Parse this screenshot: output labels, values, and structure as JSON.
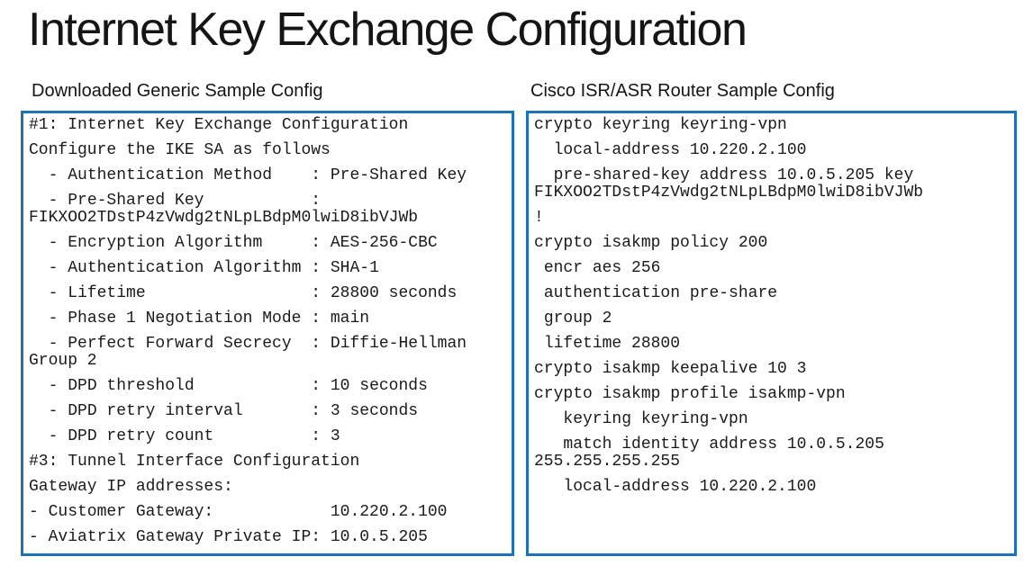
{
  "slide": {
    "title": "Internet Key Exchange Configuration",
    "accent_color": "#1F72B8",
    "background_color": "#FFFFFF",
    "text_color": "#151515"
  },
  "left_panel": {
    "header": "Downloaded Generic Sample Config",
    "lines": [
      "#1: Internet Key Exchange Configuration",
      "Configure the IKE SA as follows",
      "  - Authentication Method    : Pre-Shared Key",
      "  - Pre-Shared Key           : FIKXOO2TDstP4zVwdg2tNLpLBdpM0lwiD8ibVJWb",
      "  - Encryption Algorithm     : AES-256-CBC",
      "  - Authentication Algorithm : SHA-1",
      "  - Lifetime                 : 28800 seconds",
      "  - Phase 1 Negotiation Mode : main",
      "  - Perfect Forward Secrecy  : Diffie-Hellman Group 2",
      "  - DPD threshold            : 10 seconds",
      "  - DPD retry interval       : 3 seconds",
      "  - DPD retry count          : 3",
      "#3: Tunnel Interface Configuration",
      "Gateway IP addresses:",
      "- Customer Gateway:            10.220.2.100",
      "- Aviatrix Gateway Private IP: 10.0.5.205"
    ]
  },
  "right_panel": {
    "header": "Cisco ISR/ASR Router Sample Config",
    "lines": [
      "crypto keyring keyring-vpn",
      "  local-address 10.220.2.100",
      "  pre-shared-key address 10.0.5.205 key FIKXOO2TDstP4zVwdg2tNLpLBdpM0lwiD8ibVJWb",
      "!",
      "crypto isakmp policy 200",
      " encr aes 256",
      " authentication pre-share",
      " group 2",
      " lifetime 28800",
      "crypto isakmp keepalive 10 3",
      "crypto isakmp profile isakmp-vpn",
      "   keyring keyring-vpn",
      "   match identity address 10.0.5.205 255.255.255.255",
      "   local-address 10.220.2.100"
    ]
  }
}
